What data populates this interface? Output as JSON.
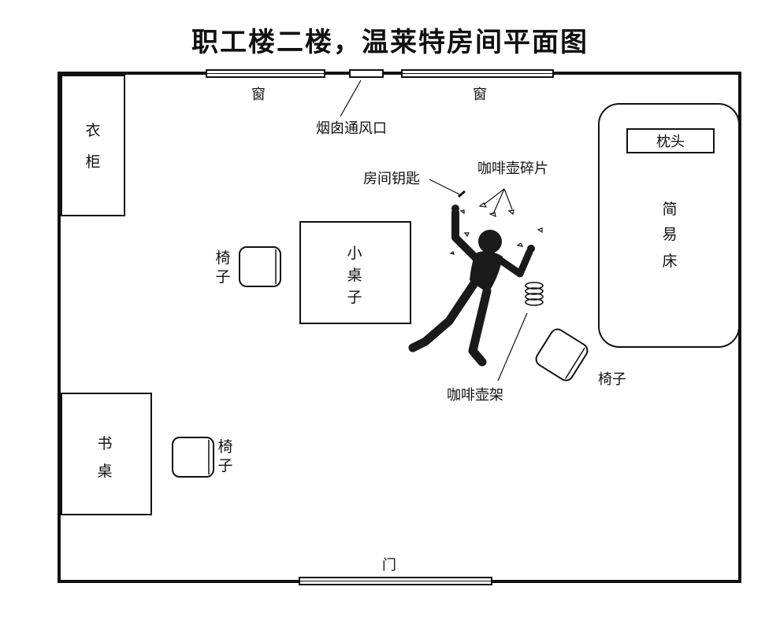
{
  "title": "职工楼二楼，温莱特房间平面图",
  "labels": {
    "window_left": "窗",
    "window_right": "窗",
    "chimney_vent": "烟囱通风口",
    "wardrobe": [
      "衣",
      "柜"
    ],
    "pillow": "枕头",
    "bed": [
      "简",
      "易",
      "床"
    ],
    "room_key": "房间钥匙",
    "coffee_pot_shards": "咖啡壶碎片",
    "small_table": [
      "小",
      "桌",
      "子"
    ],
    "chair_left": [
      "椅",
      "子"
    ],
    "chair_right": "椅子",
    "coffee_pot_stand": "咖啡壶架",
    "desk": [
      "书",
      "桌"
    ],
    "chair_desk": [
      "椅",
      "子"
    ],
    "door": "门"
  }
}
